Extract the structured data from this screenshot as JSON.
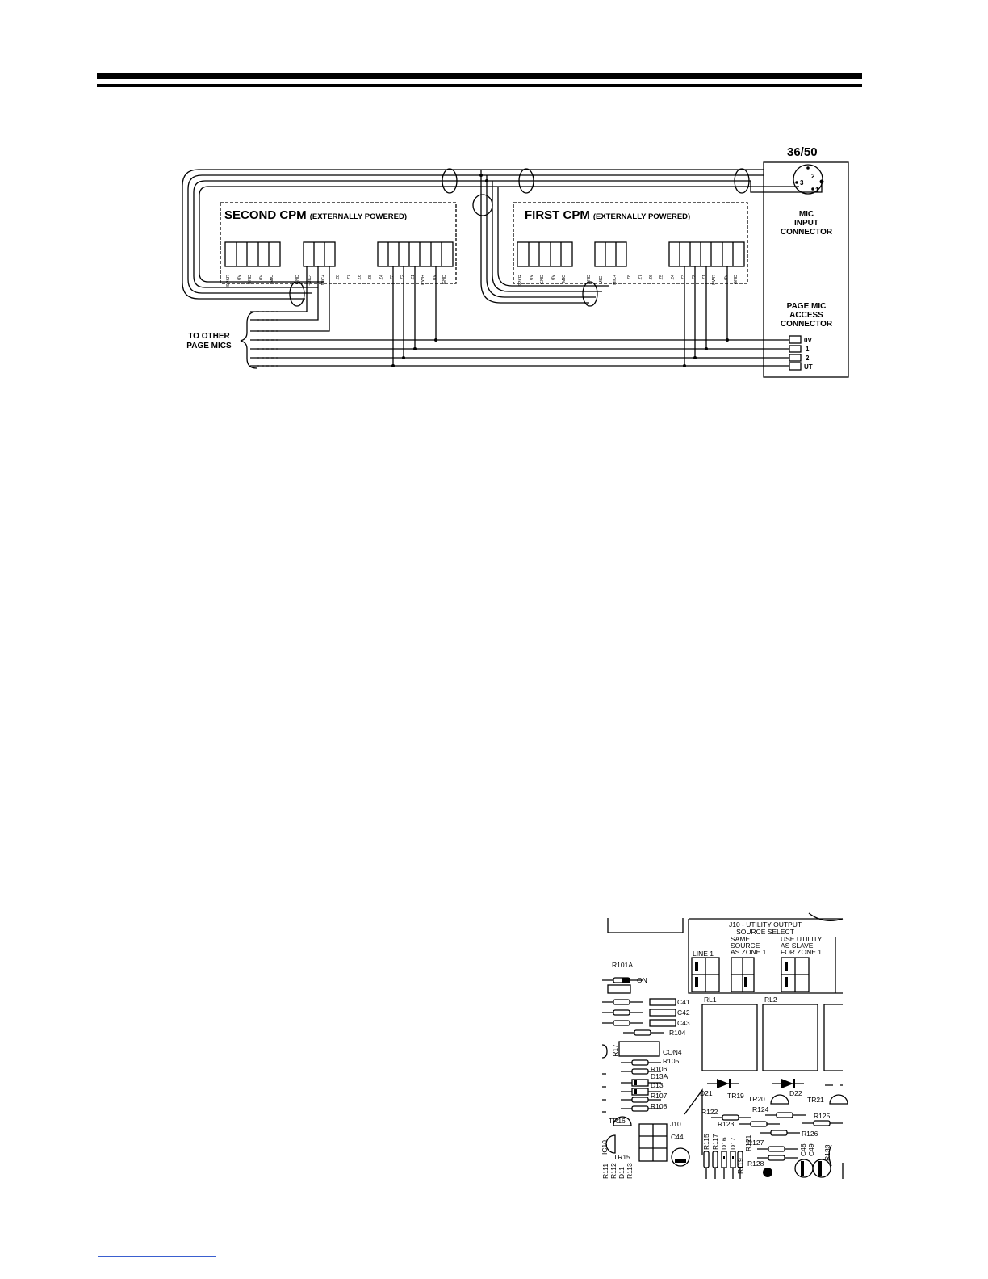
{
  "wiring": {
    "mic_header": "36/50",
    "mic_pins": [
      "2",
      "3",
      "1"
    ],
    "mic_label": [
      "MIC",
      "INPUT",
      "CONNECTOR"
    ],
    "access_label": [
      "PAGE MIC",
      "ACCESS",
      "CONNECTOR"
    ],
    "access_pins": [
      "0V",
      "1",
      "2",
      "UT"
    ],
    "other_mics": [
      "TO OTHER",
      "PAGE MICS"
    ],
    "cpm_second": {
      "title": "SECOND  CPM",
      "note": "(EXTERNALLY POWERED)"
    },
    "cpm_first": {
      "title": "FIRST  CPM",
      "note": "(EXTERNALLY POWERED)"
    },
    "terminals_left": [
      "SPKR",
      "0V",
      "GND",
      "0V",
      "MIC"
    ],
    "terminals_mid": [
      "GND",
      "-MIC-",
      "MIC+"
    ],
    "terminals_right": [
      "Z8",
      "Z7",
      "Z6",
      "Z5",
      "Z4",
      "Z3",
      "Z2",
      "Z1",
      "PWR",
      "0V",
      "GND"
    ]
  },
  "pcb": {
    "j10_title": [
      "J10 - UTILITY OUTPUT",
      "SOURCE SELECT"
    ],
    "opt_line": "LINE 1",
    "opt_same": [
      "SAME",
      "SOURCE",
      "AS ZONE 1"
    ],
    "opt_slave": [
      "USE UTILITY",
      "AS SLAVE",
      "FOR ZONE 1"
    ],
    "r101a": "R101A",
    "on": "ON",
    "c41": "C41",
    "c42": "C42",
    "c43": "C43",
    "r104": "R104",
    "tr17": "TR17",
    "con4": "CON4",
    "r105": "R105",
    "r106": "R106",
    "d13a": "D13A",
    "d13": "D13",
    "r107": "R107",
    "r108": "R108",
    "rl1": "RL1",
    "rl2": "RL2",
    "d21": "D21",
    "d22": "D22",
    "tr19": "TR19",
    "tr20": "TR20",
    "tr21": "TR21",
    "r122": "R122",
    "r124": "R124",
    "r125": "R125",
    "r123": "R123",
    "r126": "R126",
    "tr16": "TR16",
    "j10": "J10",
    "c44": "C44",
    "ic10": "IC10",
    "tr15": "TR15",
    "r127": "R127",
    "r128": "R128",
    "bottom_labels": [
      "R111",
      "R112",
      "D11",
      "R113"
    ],
    "vert_labels": [
      "R115",
      "R117",
      "D16",
      "D17",
      "R119",
      "R121"
    ],
    "c48": "C48",
    "c49": "C49",
    "r133": "R133"
  }
}
